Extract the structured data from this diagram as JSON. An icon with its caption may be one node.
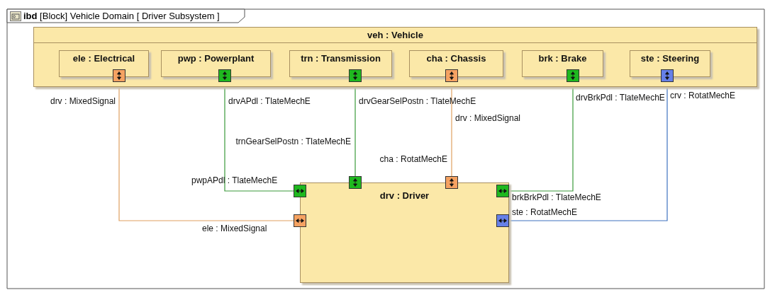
{
  "diagram": {
    "title": "**ibd** [Block] Vehicle Domain [ Driver Subsystem ]",
    "nodes": [
      {
        "text": [
          "veh : Vehicle"
        ]
      },
      {
        "text": [
          "ele : Electrical"
        ],
        "in": 0
      },
      {
        "text": [
          "pwp : Powerplant"
        ],
        "in": 0
      },
      {
        "text": [
          "trn : Transmission"
        ],
        "in": 0
      },
      {
        "text": [
          "cha : Chassis"
        ],
        "in": 0
      },
      {
        "text": [
          "brk : Brake"
        ],
        "in": 0
      },
      {
        "text": [
          "ste : Steering"
        ],
        "in": 0
      },
      {
        "text": [
          "drv : Driver"
        ]
      },
      {
        "text": [],
        "shape": "box",
        "beside": [
          "drv : MixedSignal"
        ],
        "in": 0
      },
      {
        "text": [],
        "shape": "box",
        "beside": [
          "drvAPdl : TlateMechE"
        ],
        "in": 0
      },
      {
        "text": [],
        "shape": "box",
        "beside": [
          "drvGearSelPostn : TlateMechE"
        ],
        "in": 0
      },
      {
        "text": [],
        "shape": "box",
        "beside": [
          "drv : MixedSignal"
        ],
        "in": 0
      },
      {
        "text": [],
        "shape": "box",
        "beside": [
          "drvBrkPdl : TlateMechE"
        ],
        "in": 0
      },
      {
        "text": [],
        "shape": "box",
        "beside": [
          "crv : RotatMechE"
        ],
        "in": 0
      },
      {
        "text": [],
        "shape": "box",
        "beside": [
          "trnGearSelPostn : TlateMechE"
        ]
      },
      {
        "text": [],
        "shape": "box",
        "beside": [
          "cha : RotatMechE"
        ]
      },
      {
        "text": [],
        "shape": "box",
        "beside": [
          "pwpAPdl : TlateMechE"
        ]
      },
      {
        "text": [],
        "shape": "box",
        "beside": [
          "ele : MixedSignal"
        ]
      },
      {
        "text": [],
        "shape": "box",
        "beside": [
          "brkBrkPdl : TlateMechE"
        ],
        "in": 7
      },
      {
        "text": [],
        "shape": "box",
        "beside": [
          "ste : RotatMechE"
        ],
        "in": 7
      }
    ],
    "edges": [
      {
        "from": 8,
        "to": 17,
        "arrow": "none",
        "color": "#e0a060"
      },
      {
        "from": 9,
        "to": 16,
        "arrow": "none"
      },
      {
        "from": 10,
        "to": 14,
        "arrow": "none"
      },
      {
        "from": 11,
        "to": 15,
        "arrow": "none",
        "color": "#e0a060"
      },
      {
        "from": 12,
        "to": 18,
        "arrow": "none"
      },
      {
        "from": 13,
        "to": 19,
        "arrow": "none",
        "color": "#3f72c0"
      }
    ]
  }
}
